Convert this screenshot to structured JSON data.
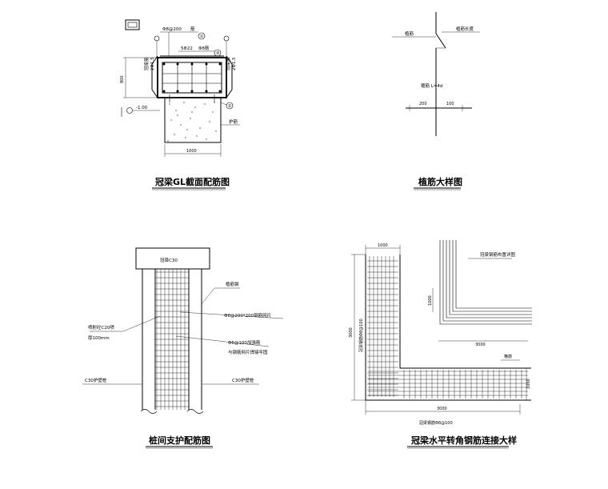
{
  "panels": {
    "section": {
      "title": "冠梁GL截面配筋图",
      "labels": {
        "top_bars": "Φ8@200",
        "top_mark": "筋",
        "mid_bars": "5Φ22",
        "mid_bars2": "Φ8筋",
        "left_bars1": "冠梁筋",
        "left_bars2": "2Φ1.5",
        "right_bars1": "冠梁筋",
        "right_bars2": "2Φ1.5",
        "height": "800",
        "width": "1000",
        "elev": "-1.00",
        "pile": "护筋",
        "c1": "①",
        "c2": "②",
        "c3": "③"
      }
    },
    "anchor": {
      "title": "植筋大样图",
      "labels": {
        "top_left": "植筋",
        "top_right": "植筋长度",
        "formula": "箍筋 L=4d",
        "dim_left": "200",
        "dim_right": "100"
      }
    },
    "pile_wall": {
      "title": "桩间支护配筋图",
      "labels": {
        "cap": "冠梁C30",
        "right_top": "植筋钢",
        "mesh": "Φ8@200*200钢筋网片",
        "bar": "Φ6@100加强筋",
        "bar2": "与钢筋网片焊接牢固",
        "left_top1": "喷射砼C20喷",
        "left_top2": "厚100mm",
        "left_pile": "C30护壁桩",
        "right_pile": "C30护壁桩"
      }
    },
    "corner": {
      "title": "冠梁水平转角钢筋连接大样",
      "labels": {
        "top_dim": "1000",
        "side_dim": "3000",
        "inner_dim": "1000",
        "inner_dim2": "3000",
        "right_dim": "1000",
        "bottom_dim": "3000",
        "note": "冠梁钢筋布置详图",
        "vert_label": "冠梁钢筋Φ8@100",
        "bottom_label": "冠梁钢筋Φ8@100",
        "right_label": "箍筋"
      }
    }
  }
}
